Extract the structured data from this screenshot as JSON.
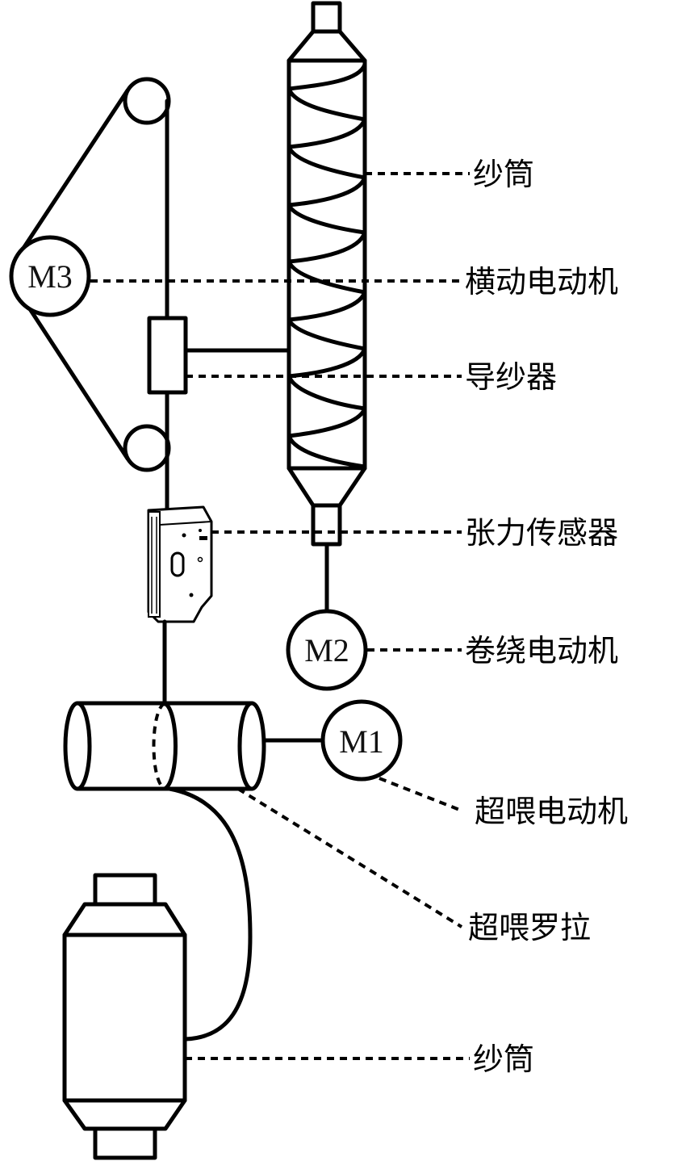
{
  "diagram": {
    "motors": {
      "m1": "M1",
      "m2": "M2",
      "m3": "M3"
    },
    "labels": {
      "upper_bobbin": "纱筒",
      "traverse_motor": "横动电动机",
      "yarn_guide": "导纱器",
      "tension_sensor": "张力传感器",
      "winding_motor": "卷绕电动机",
      "overfeed_motor": "超喂电动机",
      "overfeed_roller": "超喂罗拉",
      "lower_bobbin": "纱筒"
    },
    "colors": {
      "stroke": "#000000",
      "background": "#ffffff"
    }
  }
}
